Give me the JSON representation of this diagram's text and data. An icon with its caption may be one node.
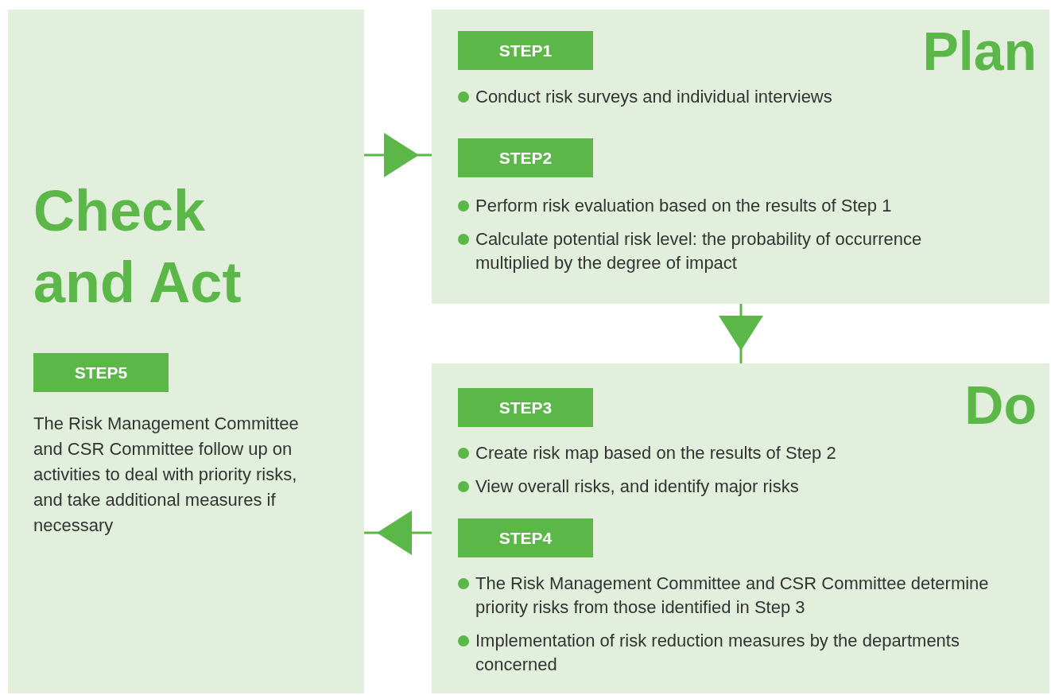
{
  "diagram": {
    "nodes": [
      {
        "text": [
          "Check and Act"
        ]
      },
      {
        "text": [
          "STEP5"
        ],
        "in": 0,
        "beside": [
          "The Risk Management Committee and CSR Committee follow up on activities to deal with priority risks, and take additional measures if necessary"
        ]
      },
      {
        "text": [
          "Plan"
        ]
      },
      {
        "text": [
          "STEP1"
        ],
        "in": 2,
        "beside": [
          "Conduct risk surveys and individual interviews"
        ]
      },
      {
        "text": [
          "STEP2"
        ],
        "in": 2,
        "beside": [
          "Perform risk evaluation based on the results of Step 1",
          "Calculate potential risk level: the probability of occurrence multiplied by the degree of impact"
        ]
      },
      {
        "text": [
          "Do"
        ]
      },
      {
        "text": [
          "STEP3"
        ],
        "in": 5,
        "beside": [
          "Create risk map based on the results of Step 2",
          "View overall risks, and identify major risks"
        ]
      },
      {
        "text": [
          "STEP4"
        ],
        "in": 5,
        "beside": [
          "The Risk Management Committee and CSR Committee determine priority risks from those identified in Step 3",
          "Implementation of risk reduction measures by the departments concerned"
        ]
      }
    ],
    "edges": [
      {
        "from": 0,
        "to": 2,
        "arrow": "to"
      },
      {
        "from": 2,
        "to": 5,
        "arrow": "to"
      },
      {
        "from": 5,
        "to": 0,
        "arrow": "to"
      }
    ]
  }
}
